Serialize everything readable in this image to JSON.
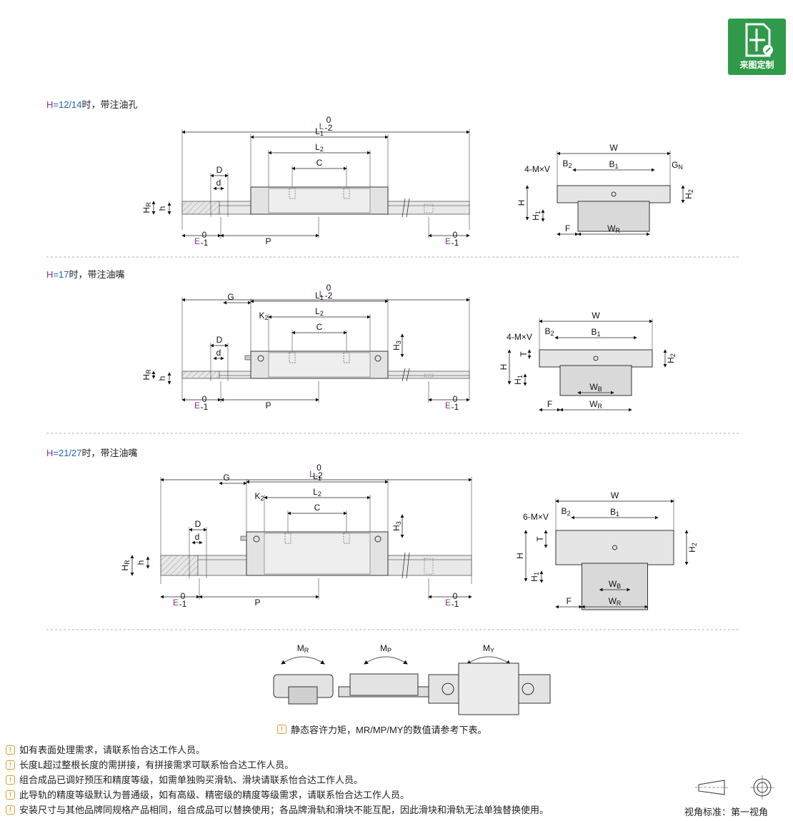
{
  "brand": {
    "custom_label": "来图定制"
  },
  "sections": [
    {
      "title_prefix": "H",
      "title_value": "=12/14",
      "title_suffix": "时，带注油孔",
      "side_label": "4-M×V"
    },
    {
      "title_prefix": "H",
      "title_value": "=17",
      "title_suffix": "时，带注油嘴",
      "side_label": "4-M×V"
    },
    {
      "title_prefix": "H",
      "title_value": "=21/27",
      "title_suffix": "时，带注油嘴",
      "side_label": "6-M×V"
    }
  ],
  "dims": {
    "L": "L",
    "L_tol_up": "0",
    "L_tol_dn": "-2",
    "L1": "L1",
    "L2": "L2",
    "C": "C",
    "D": "D",
    "d": "d",
    "G": "G",
    "K2": "K2",
    "H3": "H3",
    "HR": "HR",
    "h": "h",
    "E": "E",
    "E_tol_up": "0",
    "E_tol_dn": "-1",
    "P": "P",
    "W": "W",
    "B2": "B2",
    "B1": "B1",
    "GN": "GN",
    "H": "H",
    "H1": "H1",
    "H2": "H2",
    "F": "F",
    "WR": "WR",
    "WB": "WB",
    "T": "T"
  },
  "moments": {
    "mr": "MR",
    "mp": "MP",
    "my": "MY"
  },
  "static_note": "静态容许力矩，MR/MP/MY的数值请参考下表。",
  "notes": [
    "如有表面处理需求，请联系怡合达工作人员。",
    "长度L超过整根长度的需拼接，有拼接需求可联系怡合达工作人员。",
    "组合成品已调好预压和精度等级，如需单独购买滑轨、滑块请联系怡合达工作人员。",
    "此导轨的精度等级默认为普通级，如有高级、精密级的精度等级需求，请联系怡合达工作人员。",
    "安装尺寸与其他品牌同规格产品相同，组合成品可以替换使用；各品牌滑轨和滑块不能互配，因此滑块和滑轨无法单独替换使用。"
  ],
  "view_standard": "视角标准：第一视角"
}
